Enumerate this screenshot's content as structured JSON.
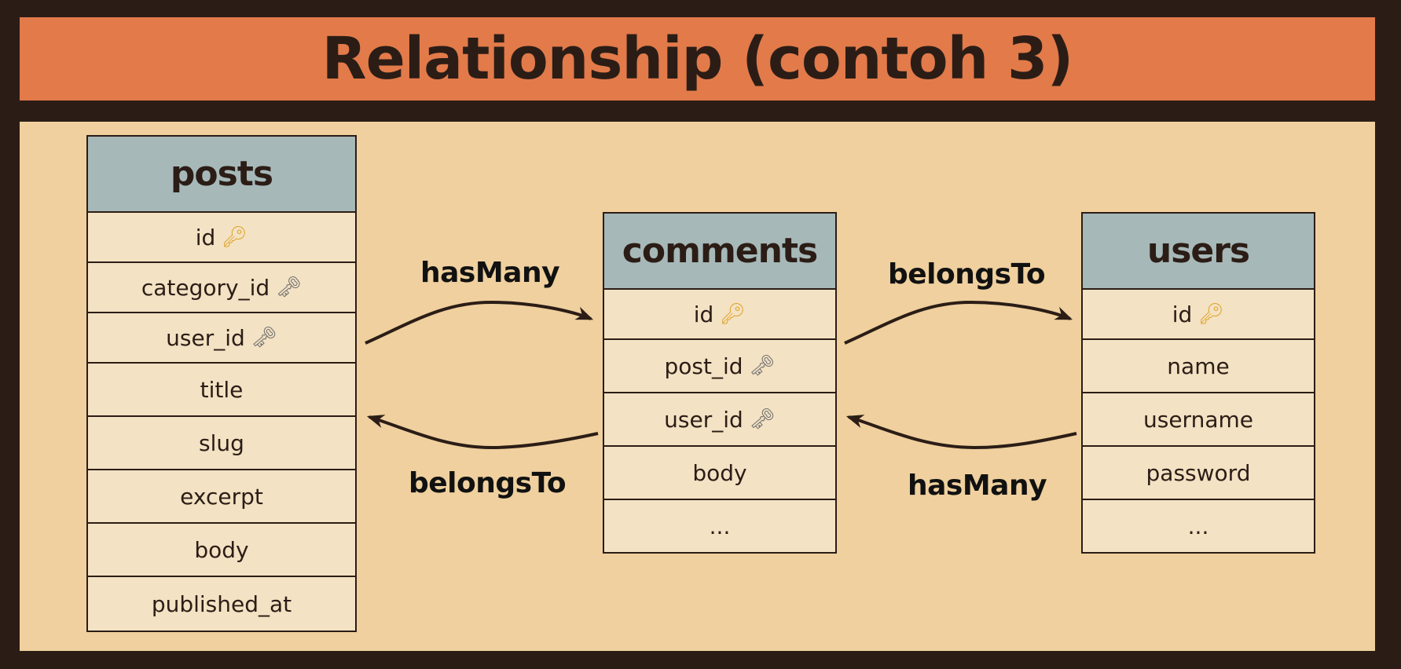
{
  "title": "Relationship (contoh 3)",
  "colors": {
    "frame": "#2b1d16",
    "title_bar": "#e27a4a",
    "canvas": "#efd09e",
    "table_header": "#a6b8b8",
    "table_body": "#f3e2c3",
    "primary_key_icon": "#e0a32a",
    "foreign_key_icon": "#6e6e6e"
  },
  "tables": {
    "posts": {
      "name": "posts",
      "fields": [
        {
          "label": "id",
          "key": "primary-key-icon"
        },
        {
          "label": "category_id",
          "key": "foreign-key-icon"
        },
        {
          "label": "user_id",
          "key": "foreign-key-icon"
        },
        {
          "label": "title"
        },
        {
          "label": "slug"
        },
        {
          "label": "excerpt"
        },
        {
          "label": "body"
        },
        {
          "label": "published_at"
        }
      ]
    },
    "comments": {
      "name": "comments",
      "fields": [
        {
          "label": "id",
          "key": "primary-key-icon"
        },
        {
          "label": "post_id",
          "key": "foreign-key-icon"
        },
        {
          "label": "user_id",
          "key": "foreign-key-icon"
        },
        {
          "label": "body"
        },
        {
          "label": "..."
        }
      ]
    },
    "users": {
      "name": "users",
      "fields": [
        {
          "label": "id",
          "key": "primary-key-icon"
        },
        {
          "label": "name"
        },
        {
          "label": "username"
        },
        {
          "label": "password"
        },
        {
          "label": "..."
        }
      ]
    }
  },
  "relations": {
    "posts_to_comments": "hasMany",
    "comments_to_posts": "belongsTo",
    "comments_to_users": "belongsTo",
    "users_to_comments": "hasMany"
  }
}
